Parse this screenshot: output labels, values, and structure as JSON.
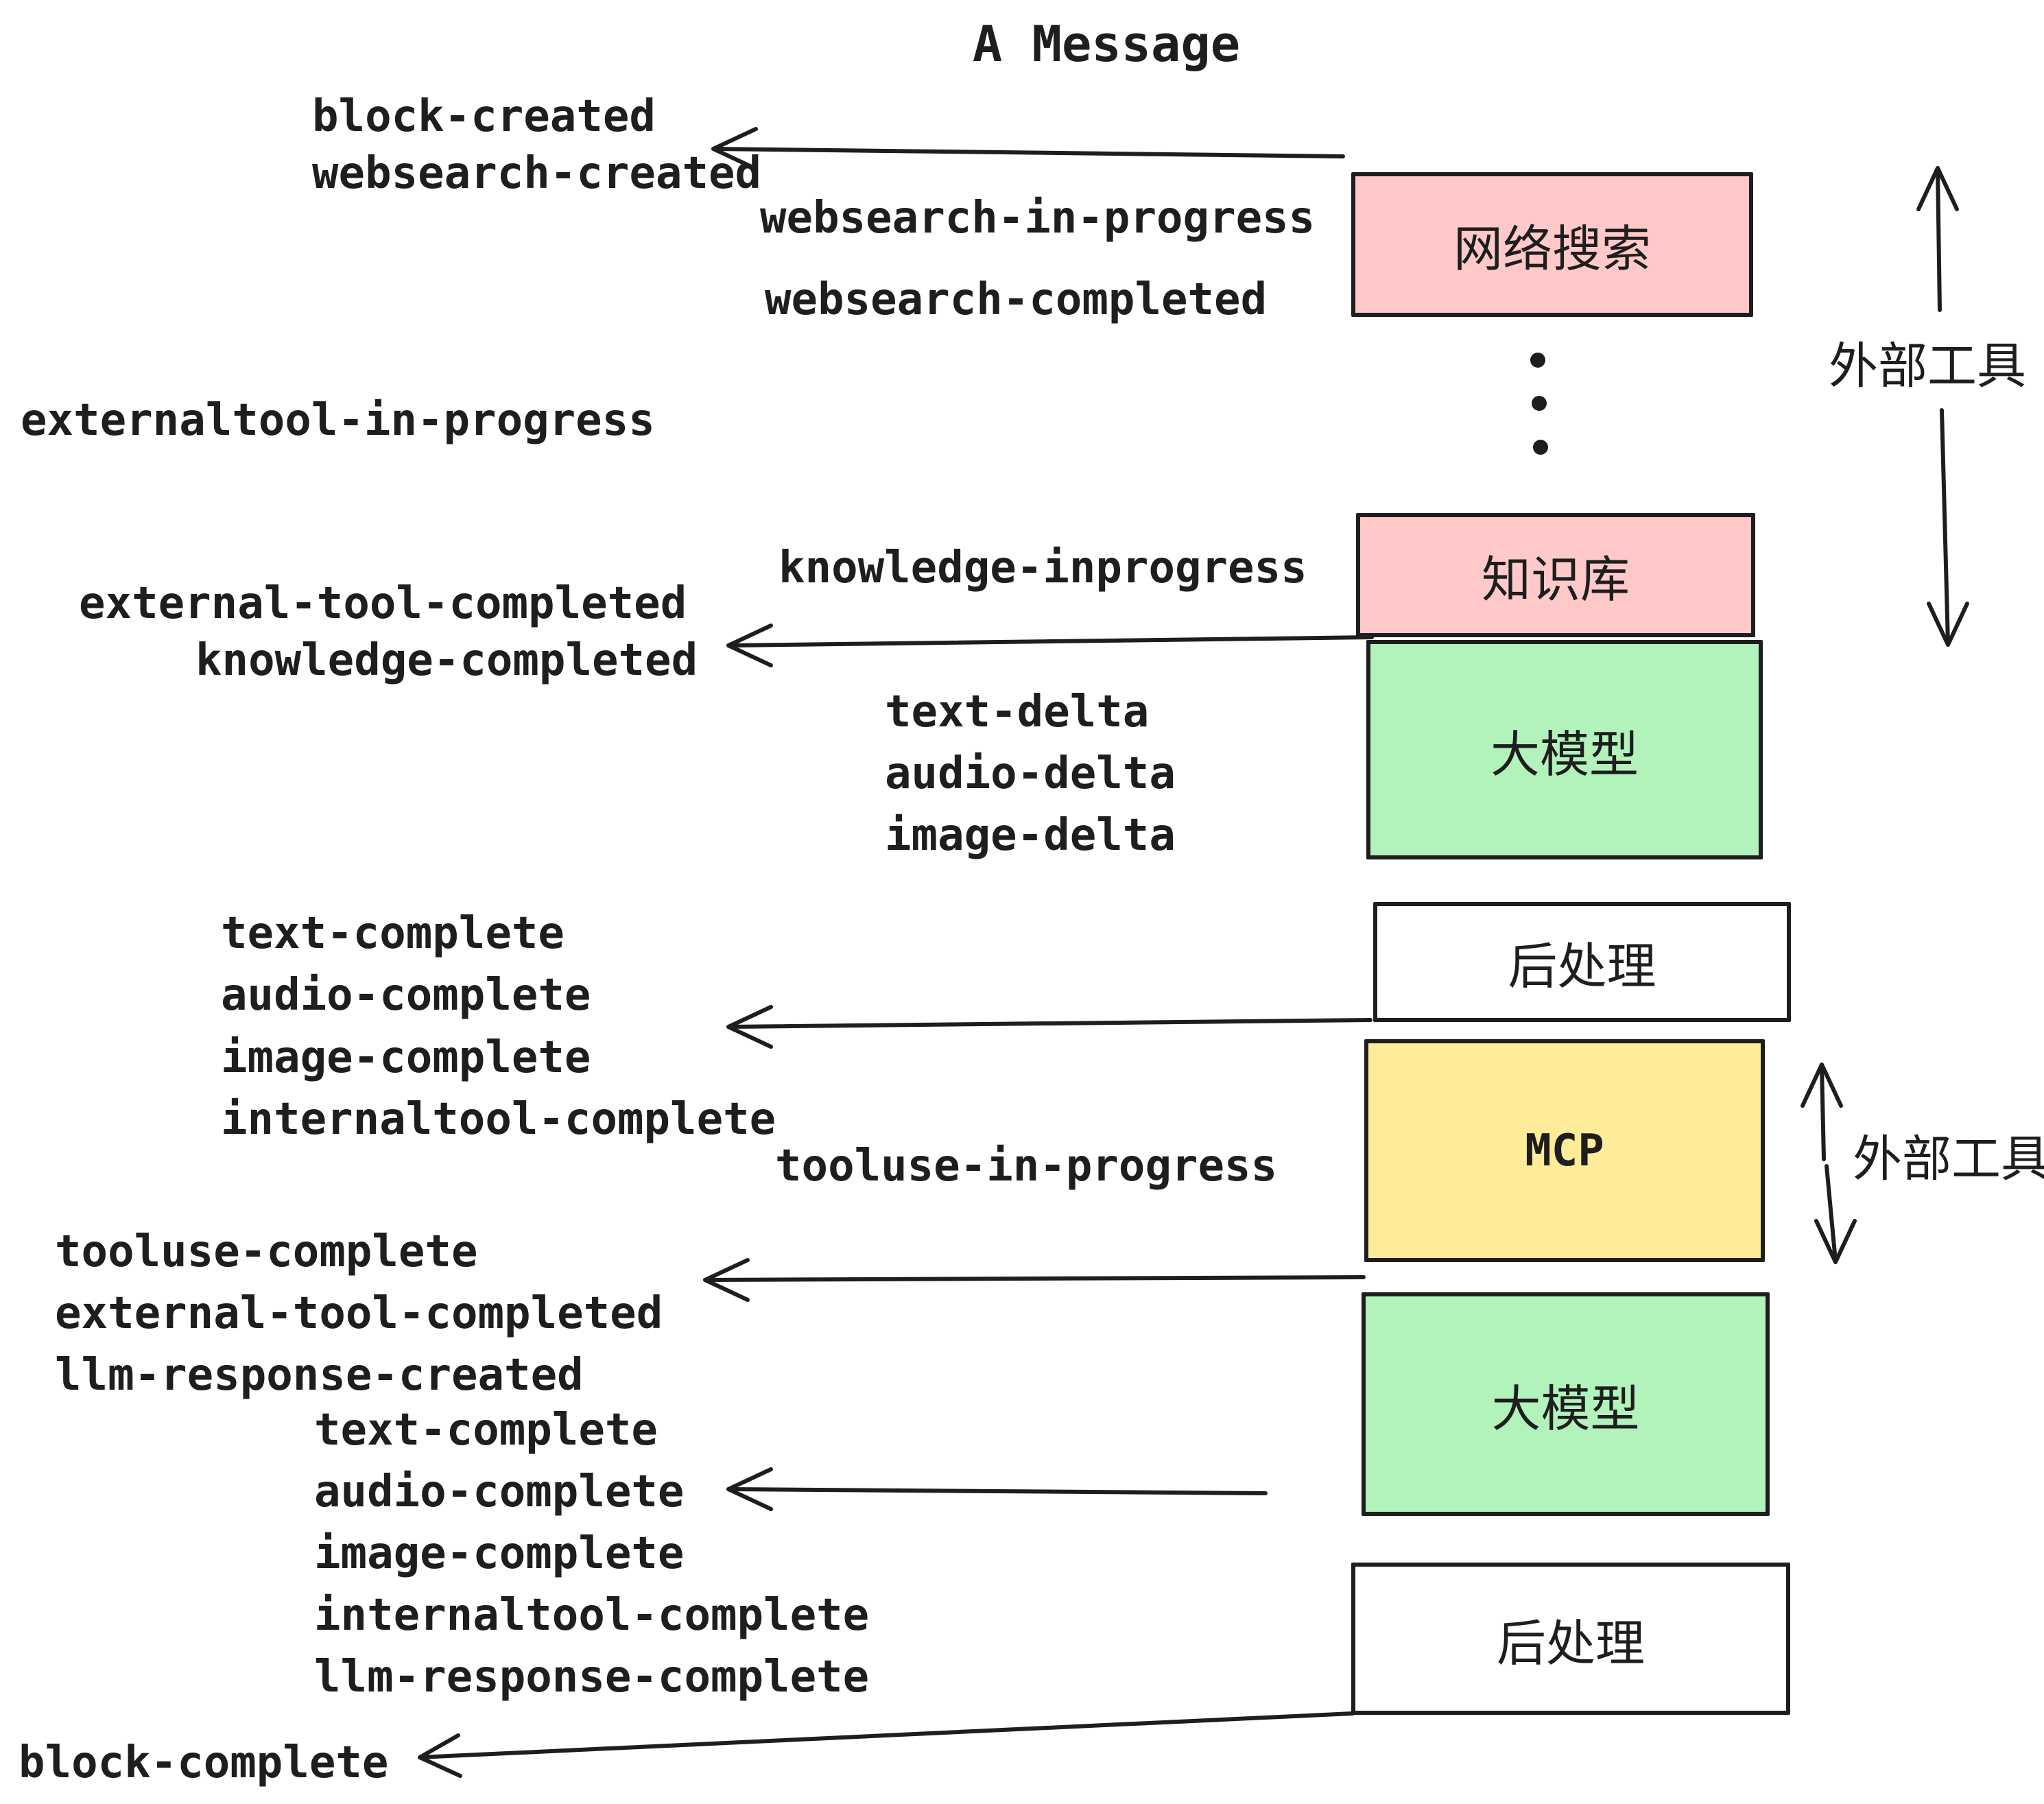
{
  "title": "A Message",
  "boxes": [
    {
      "label": "网络搜索",
      "fill": "#ffc9c9"
    },
    {
      "label": "知识库",
      "fill": "#ffc9c9"
    },
    {
      "label": "大模型",
      "fill": "#b2f2bb"
    },
    {
      "label": "后处理",
      "fill": "#ffffff"
    },
    {
      "label": "MCP",
      "fill": "#ffec99"
    },
    {
      "label": "大模型",
      "fill": "#b2f2bb"
    },
    {
      "label": "后处理",
      "fill": "#ffffff"
    }
  ],
  "side_labels": [
    "外部工具",
    "外部工具"
  ],
  "events": [
    "block-created",
    "websearch-created",
    "websearch-in-progress",
    "websearch-completed",
    "externaltool-in-progress",
    "knowledge-inprogress",
    "external-tool-completed",
    "knowledge-completed",
    "text-delta",
    "audio-delta",
    "image-delta",
    "text-complete",
    "audio-complete",
    "image-complete",
    "internaltool-complete",
    "tooluse-in-progress",
    "tooluse-complete",
    "external-tool-completed",
    "llm-response-created",
    "text-complete",
    "audio-complete",
    "image-complete",
    "internaltool-complete",
    "llm-response-complete",
    "block-complete"
  ],
  "colors": {
    "stroke": "#1e1e1e",
    "pink": "#ffc9c9",
    "green": "#b2f2bb",
    "yellow": "#ffec99",
    "background": "#ffffff"
  }
}
